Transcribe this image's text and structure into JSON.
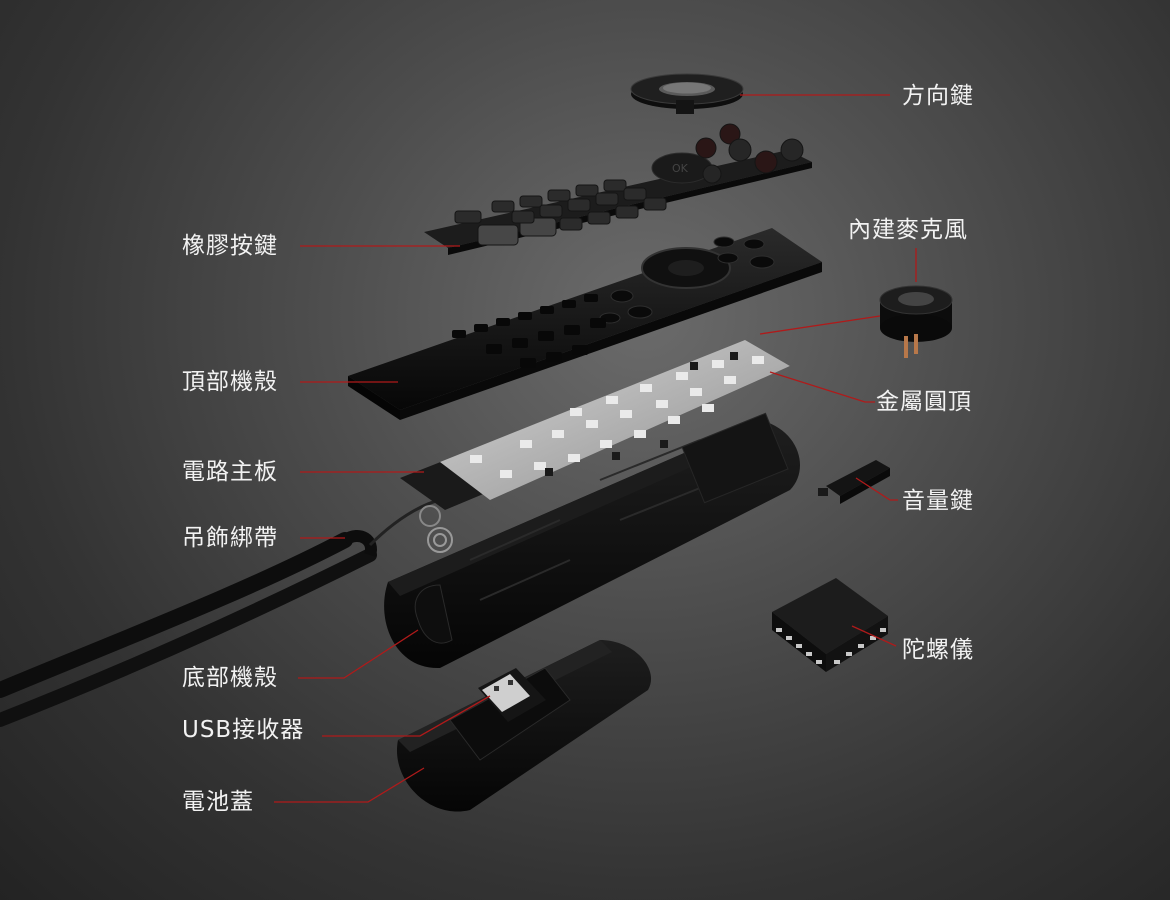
{
  "labels": {
    "dpad": "方向鍵",
    "rubber_keys": "橡膠按鍵",
    "microphone": "內建麥克風",
    "top_shell": "頂部機殼",
    "metal_dome": "金屬圓頂",
    "circuit_board": "電路主板",
    "volume_key": "音量鍵",
    "lanyard": "吊飾綁帶",
    "gyroscope": "陀螺儀",
    "bottom_shell": "底部機殼",
    "usb_receiver": "USB接收器",
    "battery_cover": "電池蓋"
  },
  "key_text": {
    "ok": "OK"
  },
  "colors": {
    "leader_line": "#b01a1a",
    "label_text": "#f2f2f2",
    "part_dark": "#141414",
    "metal_plate": "#b9b9b9"
  }
}
